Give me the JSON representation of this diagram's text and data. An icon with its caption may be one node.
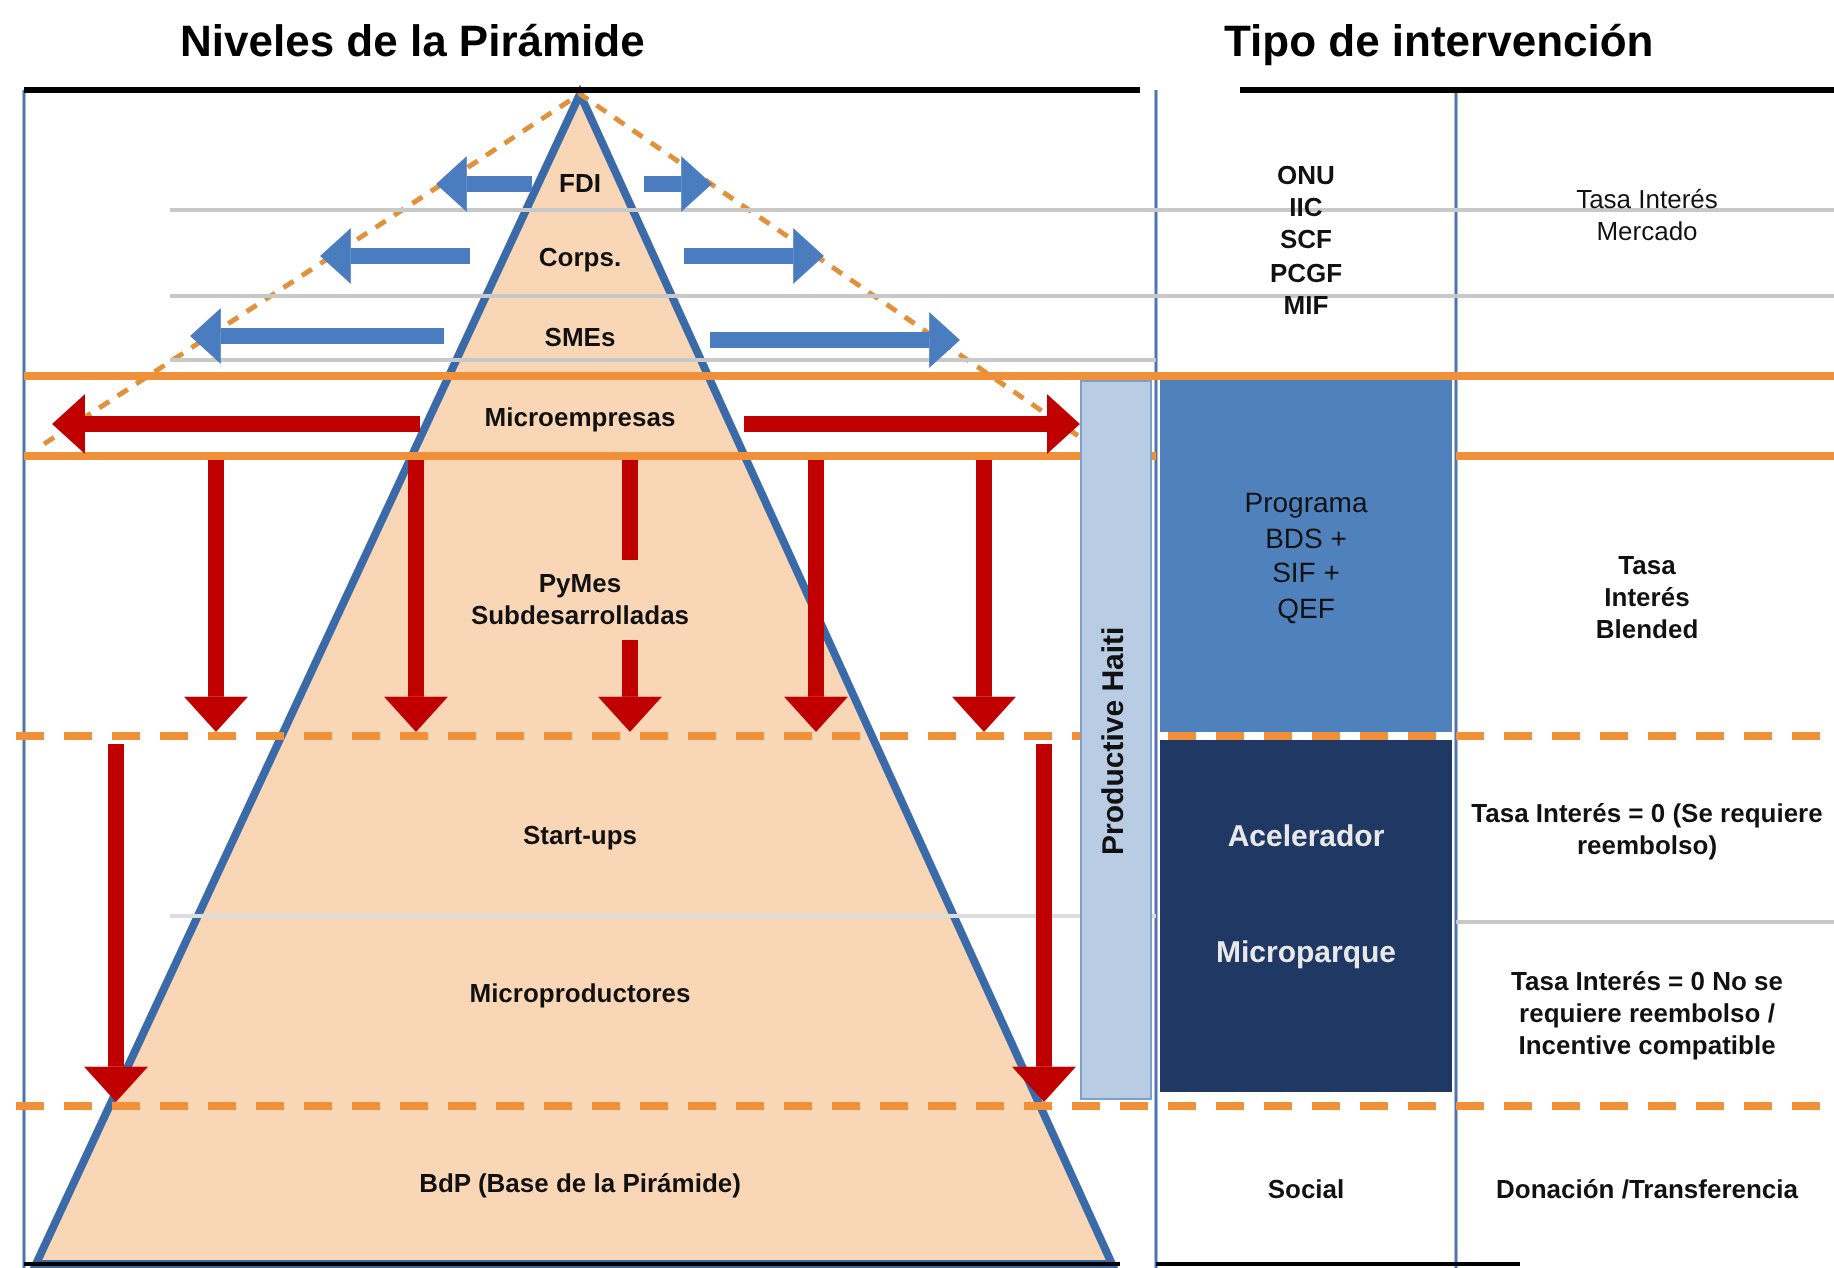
{
  "diagram": {
    "nodes": [
      {
        "text": [
          "FDI"
        ]
      },
      {
        "text": [
          "Corps."
        ]
      },
      {
        "text": [
          "SMEs"
        ]
      },
      {
        "text": [
          "Microempresas"
        ]
      },
      {
        "text": [
          "PyMes Subdesarrolladas"
        ]
      },
      {
        "text": [
          "Start-ups"
        ]
      },
      {
        "text": [
          "Microproductores"
        ]
      },
      {
        "text": [
          "BdP (Base de la Pirámide)"
        ]
      },
      {
        "text": [
          "Productive Haiti"
        ]
      },
      {
        "text": [
          "ONU IIC SCF PCGF MIF"
        ]
      },
      {
        "text": [
          "Programa BDS + SIF + QEF"
        ]
      },
      {
        "text": [
          "Acelerador",
          "Microparque"
        ]
      },
      {
        "text": [
          "Social"
        ]
      },
      {
        "text": [
          "Tasa Interés Mercado"
        ]
      },
      {
        "text": [
          "Tasa Interés Blended"
        ]
      },
      {
        "text": [
          "Tasa Interés = 0 (Se requiere reembolso)"
        ]
      },
      {
        "text": [
          "Tasa Interés = 0 No se requiere reembolso / Incentive compatible"
        ]
      },
      {
        "text": [
          "Donación /Transferencia"
        ]
      }
    ],
    "labels": [
      "Niveles de la Pirámide",
      "Tipo de intervención"
    ]
  }
}
